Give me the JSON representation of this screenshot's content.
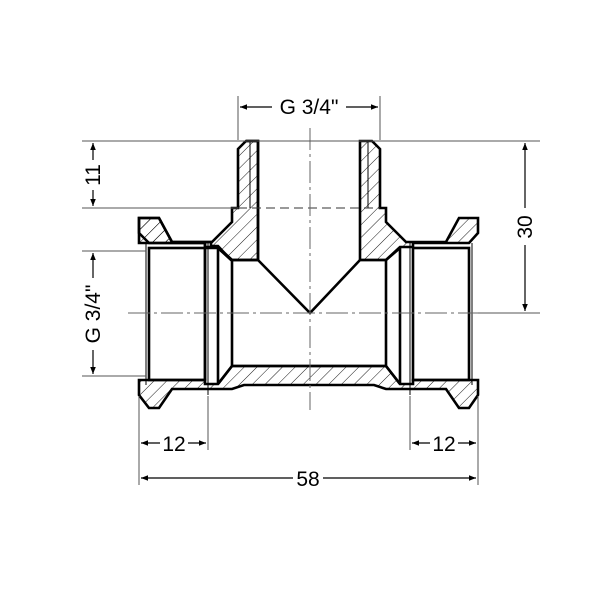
{
  "drawing": {
    "subject": "Pipe tee fitting (cross-section)",
    "dimensions": {
      "top_thread": "G 3/4\"",
      "side_thread": "G 3/4\"",
      "top_nipple_height": "11",
      "overall_height": "30",
      "left_thread_depth": "12",
      "right_thread_depth": "12",
      "overall_length": "58"
    },
    "colors": {
      "line": "#000000",
      "background": "#ffffff"
    }
  }
}
